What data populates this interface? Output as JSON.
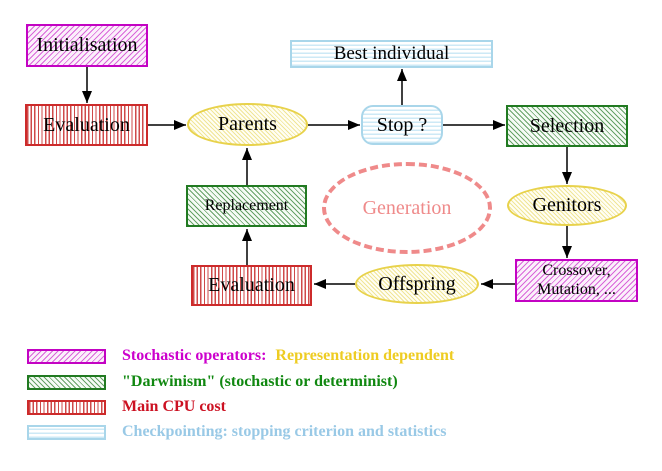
{
  "figure": {
    "title": "Evolutionary algorithm generation loop",
    "background": "#ffffff",
    "nodes": {
      "initialisation": {
        "label": "Initialisation",
        "style": "magenta-diagonal-hatch"
      },
      "best_individual": {
        "label": "Best individual",
        "style": "cyan-horizontal-stripes"
      },
      "evaluation_top": {
        "label": "Evaluation",
        "style": "red-vertical-stripes"
      },
      "parents": {
        "label": "Parents",
        "style": "yellow-hatch-ellipse"
      },
      "stop": {
        "label": "Stop ?",
        "style": "cyan-horizontal-stripes-rounded"
      },
      "selection": {
        "label": "Selection",
        "style": "green-diagonal-hatch"
      },
      "replacement": {
        "label": "Replacement",
        "style": "green-diagonal-hatch"
      },
      "generation": {
        "label": "Generation",
        "style": "salmon-dashed-ellipse"
      },
      "genitors": {
        "label": "Genitors",
        "style": "yellow-hatch-ellipse"
      },
      "evaluation_bottom": {
        "label": "Evaluation",
        "style": "red-vertical-stripes"
      },
      "offspring": {
        "label": "Offspring",
        "style": "yellow-hatch-ellipse"
      },
      "crossover_mutation": {
        "line1": "Crossover,",
        "line2": "Mutation, ...",
        "style": "magenta-diagonal-hatch"
      }
    },
    "edges": [
      {
        "from": "initialisation",
        "to": "evaluation_top"
      },
      {
        "from": "evaluation_top",
        "to": "parents"
      },
      {
        "from": "parents",
        "to": "stop"
      },
      {
        "from": "stop",
        "to": "best_individual"
      },
      {
        "from": "stop",
        "to": "selection"
      },
      {
        "from": "selection",
        "to": "genitors"
      },
      {
        "from": "genitors",
        "to": "crossover_mutation"
      },
      {
        "from": "crossover_mutation",
        "to": "offspring"
      },
      {
        "from": "offspring",
        "to": "evaluation_bottom"
      },
      {
        "from": "evaluation_bottom",
        "to": "replacement"
      },
      {
        "from": "replacement",
        "to": "parents"
      }
    ],
    "colors": {
      "magenta_border": "#c303c3",
      "red_border": "#cd2b2b",
      "green_border": "#217a21",
      "yellow_border": "#e8d24b",
      "cyan_border": "#a9d6ea",
      "salmon_dashed": "#ef8a8a",
      "arrow": "#000000",
      "node_text": "#000000"
    }
  },
  "legend": {
    "rows": [
      {
        "swatch": "magenta-diagonal-hatch",
        "label": "Stochastic operators:",
        "label_color": "#cc00cc",
        "label2": "Representation dependent",
        "label2_color": "#eecc22"
      },
      {
        "swatch": "green-diagonal-hatch",
        "label": "\"Darwinism\" (stochastic or determinist)",
        "label_color": "#118811"
      },
      {
        "swatch": "red-vertical-stripes",
        "label": "Main CPU cost",
        "label_color": "#cc1122"
      },
      {
        "swatch": "cyan-horizontal-stripes",
        "label": "Checkpointing: stopping criterion and statistics",
        "label_color": "#99c9e6"
      }
    ]
  }
}
